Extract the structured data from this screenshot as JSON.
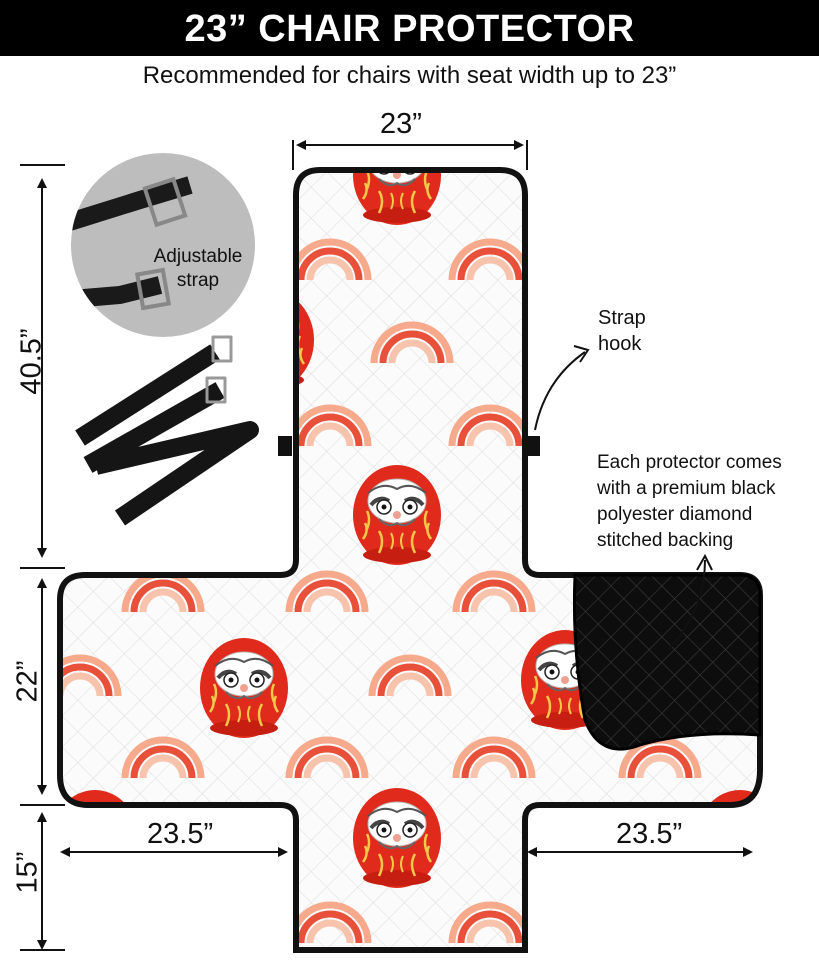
{
  "banner": {
    "title": "23” CHAIR PROTECTOR"
  },
  "subtitle": "Recommended for chairs with seat width up to 23”",
  "dimensions": {
    "top_width": "23”",
    "back_height": "40.5”",
    "seat_height": "22”",
    "skirt_height": "15”",
    "left_arm": "23.5”",
    "right_arm": "23.5”"
  },
  "callouts": {
    "strap_inset": {
      "line1": "Adjustable",
      "line2": "strap"
    },
    "strap_hook": {
      "line1": "Strap",
      "line2": "hook"
    },
    "backing": {
      "line1": "Each protector comes",
      "line2": "with a premium black",
      "line3": "polyester diamond",
      "line4": "stitched backing"
    }
  },
  "colors": {
    "banner": "#000000",
    "daruma_red": "#e02a1b",
    "rainbow_outer": "#f7a98c",
    "rainbow_middle": "#e8503a",
    "rainbow_inner": "#f7c3ad",
    "backing": "#111111"
  }
}
